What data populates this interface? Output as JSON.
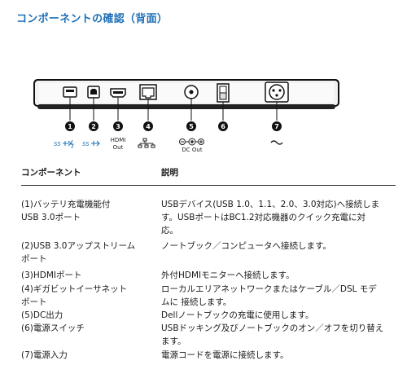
{
  "title": "コンポーネントの確認（背面）",
  "ports": [
    {
      "num": "1",
      "icon": "usb-battery-charge-icon",
      "caption": ""
    },
    {
      "num": "2",
      "icon": "usb-ss-icon",
      "caption": ""
    },
    {
      "num": "3",
      "icon": "hdmi-icon",
      "caption": "HDMI\nOut"
    },
    {
      "num": "4",
      "icon": "ethernet-icon",
      "caption": ""
    },
    {
      "num": "5",
      "icon": "dc-out-icon",
      "caption": "DC Out"
    },
    {
      "num": "6",
      "icon": "power-switch-icon",
      "caption": ""
    },
    {
      "num": "7",
      "icon": "ac-power-icon",
      "caption": ""
    }
  ],
  "table": {
    "headers": [
      "コンポーネント",
      "説明"
    ],
    "rows": [
      {
        "component": "(1)バッテリ充電機能付\nUSB 3.0ポート",
        "desc": "USBデバイス(USB 1.0、1.1、2.0、3.0対応)へ接続しま\nす。USBポートはBC1.2対応機器のクイック充電に対\n応。"
      },
      {
        "component": "(2)USB 3.0アップストリーム\nポート",
        "desc": "ノートブック／コンピュータへ接続します。"
      },
      {
        "component": "(3)HDMIポート",
        "desc": "外付HDMIモニターへ接続します。"
      },
      {
        "component": "(4)ギガビットイーサネット\nポート",
        "desc": "ローカルエリアネットワークまたはケーブル／DSL モデ\nムに 接続します。"
      },
      {
        "component": "(5)DC出力",
        "desc": "Dellノートブックの充電に使用します。"
      },
      {
        "component": "(6)電源スイッチ",
        "desc": "USBドッキング及びノートブックのオン／オフを切り替え\nます。"
      },
      {
        "component": "(7)電源入力",
        "desc": "電源コードを電源に接続します。"
      }
    ]
  }
}
